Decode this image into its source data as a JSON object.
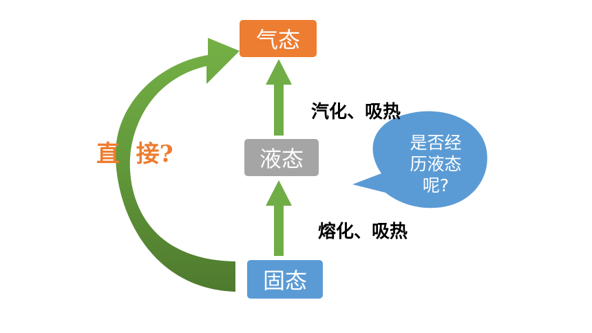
{
  "states": {
    "gas": "气态",
    "liquid": "液态",
    "solid": "固态"
  },
  "processes": {
    "liquid_to_gas": "汽化、吸热",
    "solid_to_liquid": "熔化、吸热"
  },
  "direct_question": "直  接?",
  "callout": {
    "lines": [
      "是否经",
      "历液态",
      "呢?"
    ]
  },
  "colors": {
    "gas_box": "#ed7d31",
    "liquid_box": "#a5a5a5",
    "solid_box": "#5b9bd5",
    "arrow_green": "#70ad47",
    "callout_fill": "#5b9bd5",
    "question_text": "#ed7d31"
  }
}
